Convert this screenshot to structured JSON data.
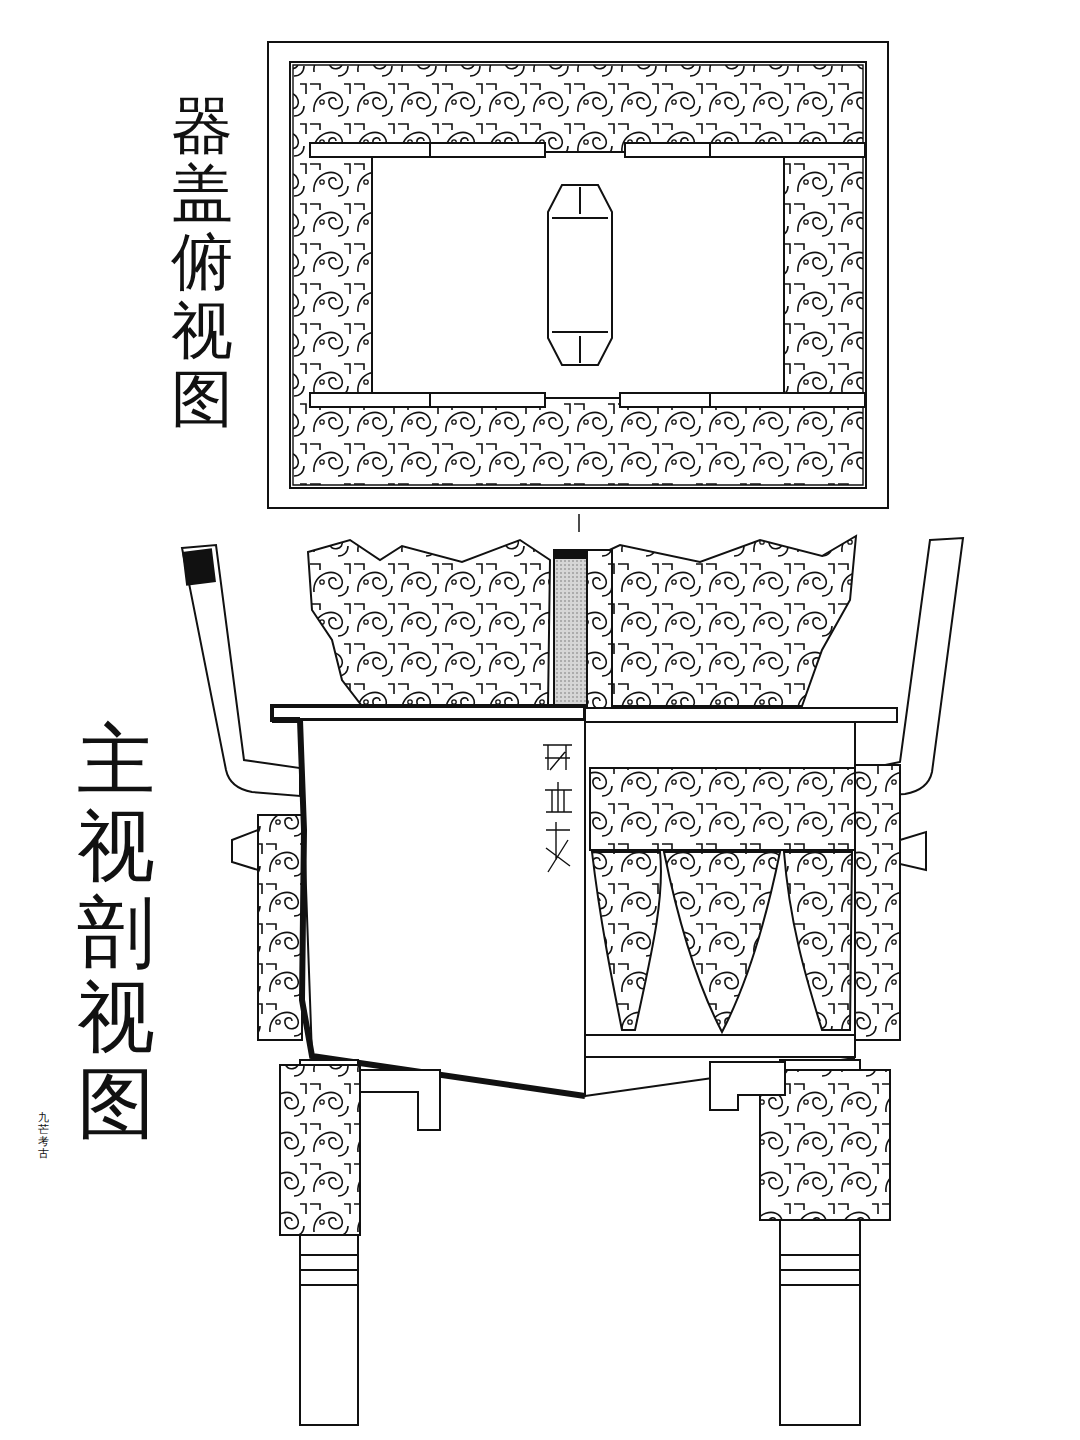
{
  "diagram": {
    "labels": [
      "器盖俯视图",
      "主视剖视图",
      "九芒考古"
    ]
  }
}
